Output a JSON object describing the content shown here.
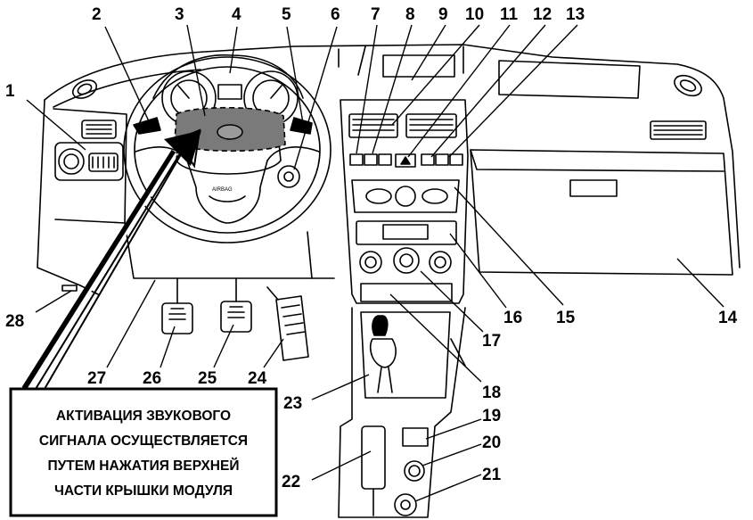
{
  "callouts": [
    "1",
    "2",
    "3",
    "4",
    "5",
    "6",
    "7",
    "8",
    "9",
    "10",
    "11",
    "12",
    "13",
    "14",
    "15",
    "16",
    "17",
    "18",
    "19",
    "20",
    "21",
    "22",
    "23",
    "24",
    "25",
    "26",
    "27",
    "28"
  ],
  "note": {
    "lines": [
      "АКТИВАЦИЯ ЗВУКОВОГО",
      "СИГНАЛА ОСУЩЕСТВЛЯЕТСЯ",
      "ПУТЕМ НАЖАТИЯ ВЕРХНЕЙ",
      "ЧАСТИ КРЫШКИ МОДУЛЯ"
    ]
  },
  "steering_wheel_badge": "AIRBAG",
  "colors": {
    "ink": "#000000",
    "paper": "#ffffff",
    "highlight": "#7a7a7a"
  }
}
